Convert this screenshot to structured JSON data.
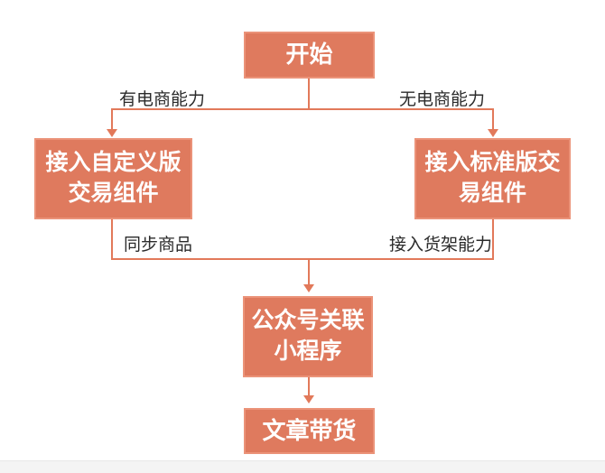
{
  "diagram": {
    "nodes": {
      "start": {
        "label": "开始"
      },
      "custom_component": {
        "label": "接入自定义版\n交易组件"
      },
      "standard_component": {
        "label": "接入标准版交\n易组件"
      },
      "mp_association": {
        "label": "公众号关联\n小程序"
      },
      "article_selling": {
        "label": "文章带货"
      }
    },
    "edge_labels": {
      "has_ecommerce": "有电商能力",
      "no_ecommerce": "无电商能力",
      "sync_goods": "同步商品",
      "shelf_capability": "接入货架能力"
    },
    "colors": {
      "node_fill": "#df7a5e",
      "node_border": "#eb9379",
      "node_text": "#ffffff",
      "connector": "#e2795a",
      "edge_label_text": "#2b2b2b",
      "footer_strip": "#f4f4f4"
    }
  }
}
